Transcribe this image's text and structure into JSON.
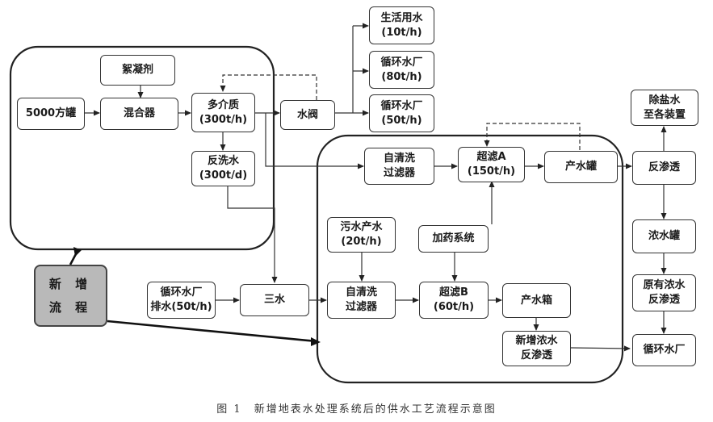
{
  "nodes": {
    "tank5000": "5000方罐",
    "flocculant": "絮凝剂",
    "mixer": "混合器",
    "multimedia": {
      "line1": "多介质",
      "line2": "(300t/h)"
    },
    "backwash": {
      "line1": "反洗水",
      "line2": "(300t/d)"
    },
    "water_valve": "水阀",
    "domestic": {
      "line1": "生活用水",
      "line2": "(10t/h)"
    },
    "circ_plant_80": {
      "line1": "循环水厂",
      "line2": "(80t/h)"
    },
    "circ_plant_50": {
      "line1": "循环水厂",
      "line2": "(50t/h)"
    },
    "selfclean_top": {
      "line1": "自清洗",
      "line2": "过滤器"
    },
    "uf_a": {
      "line1": "超滤A",
      "line2": "(150t/h)"
    },
    "product_tank": "产水罐",
    "ro": "反渗透",
    "desalted": {
      "line1": "除盐水",
      "line2": "至各装置"
    },
    "sewage": {
      "line1": "污水产水",
      "line2": "(20t/h)"
    },
    "dosing": "加药系统",
    "circ_drain": {
      "line1": "循环水厂",
      "line2": "排水(50t/h)"
    },
    "three_water": "三水",
    "selfclean_bottom": {
      "line1": "自清洗",
      "line2": "过滤器"
    },
    "uf_b": {
      "line1": "超滤B",
      "line2": "(60t/h)"
    },
    "product_box": "产水箱",
    "new_conc_ro": {
      "line1": "新增浓水",
      "line2": "反渗透"
    },
    "conc_tank": "浓水罐",
    "orig_conc_ro": {
      "line1": "原有浓水",
      "line2": "反渗透"
    },
    "circ_plant_out": "循环水厂",
    "new_process": {
      "line1": "新 增",
      "line2": "流 程"
    }
  },
  "caption": "图 1　新增地表水处理系统后的供水工艺流程示意图"
}
